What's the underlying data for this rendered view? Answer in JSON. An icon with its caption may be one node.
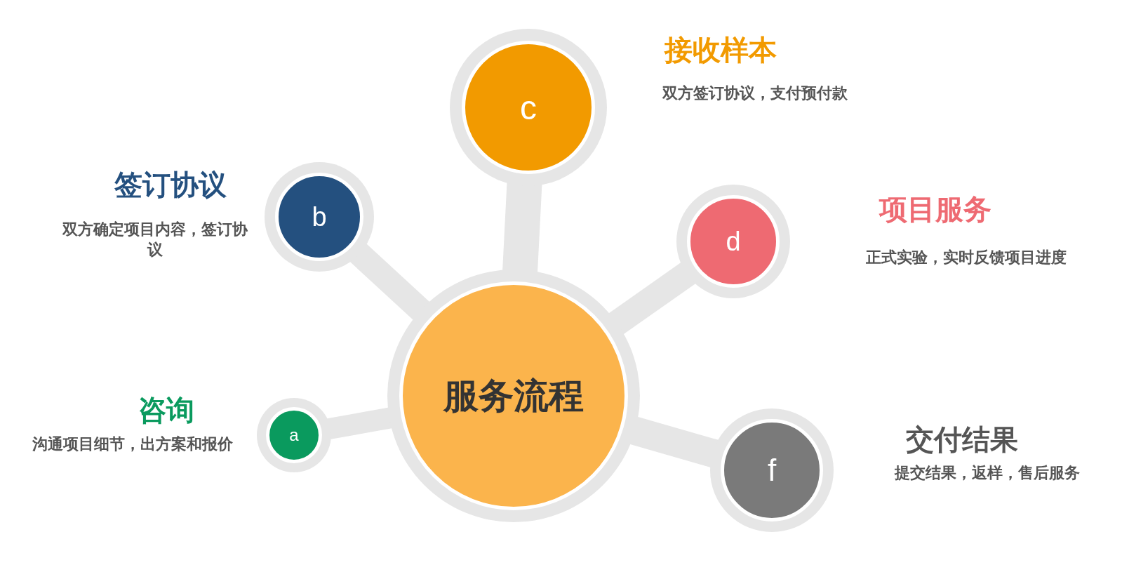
{
  "diagram": {
    "nodes": [
      {
        "text": [
          "服务流程"
        ]
      },
      {
        "text": [
          "a"
        ],
        "beside": [
          "咨询",
          "沟通项目细节，出方案和报价"
        ]
      },
      {
        "text": [
          "b"
        ],
        "beside": [
          "签订协议",
          "双方确定项目内容，签订协议"
        ]
      },
      {
        "text": [
          "c"
        ],
        "beside": [
          "接收样本",
          "双方签订协议，支付预付款"
        ]
      },
      {
        "text": [
          "d"
        ],
        "beside": [
          "项目服务",
          "正式实验，实时反馈项目进度"
        ]
      },
      {
        "text": [
          "f"
        ],
        "beside": [
          "交付结果",
          "提交结果，返样，售后服务"
        ]
      }
    ],
    "edges": [
      {
        "from": 0,
        "to": 1,
        "arrow": "none"
      },
      {
        "from": 0,
        "to": 2,
        "arrow": "none"
      },
      {
        "from": 0,
        "to": 3,
        "arrow": "none"
      },
      {
        "from": 0,
        "to": 4,
        "arrow": "none"
      },
      {
        "from": 0,
        "to": 5,
        "arrow": "none"
      }
    ]
  }
}
